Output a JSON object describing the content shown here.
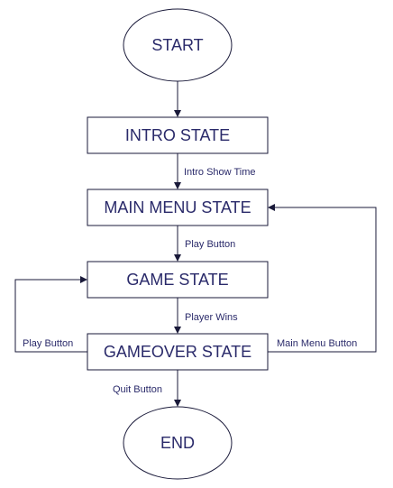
{
  "colors": {
    "stroke": "#1a1a3a",
    "text": "#2a2a6a",
    "background": "#ffffff"
  },
  "nodes": {
    "start": "START",
    "intro": "INTRO STATE",
    "main_menu": "MAIN MENU STATE",
    "game": "GAME STATE",
    "gameover": "GAMEOVER STATE",
    "end": "END"
  },
  "edges": {
    "intro_show_time": "Intro Show Time",
    "play_button_menu": "Play Button",
    "player_wins": "Player Wins",
    "play_button_gameover": "Play Button",
    "main_menu_button": "Main Menu Button",
    "quit_button": "Quit Button"
  }
}
